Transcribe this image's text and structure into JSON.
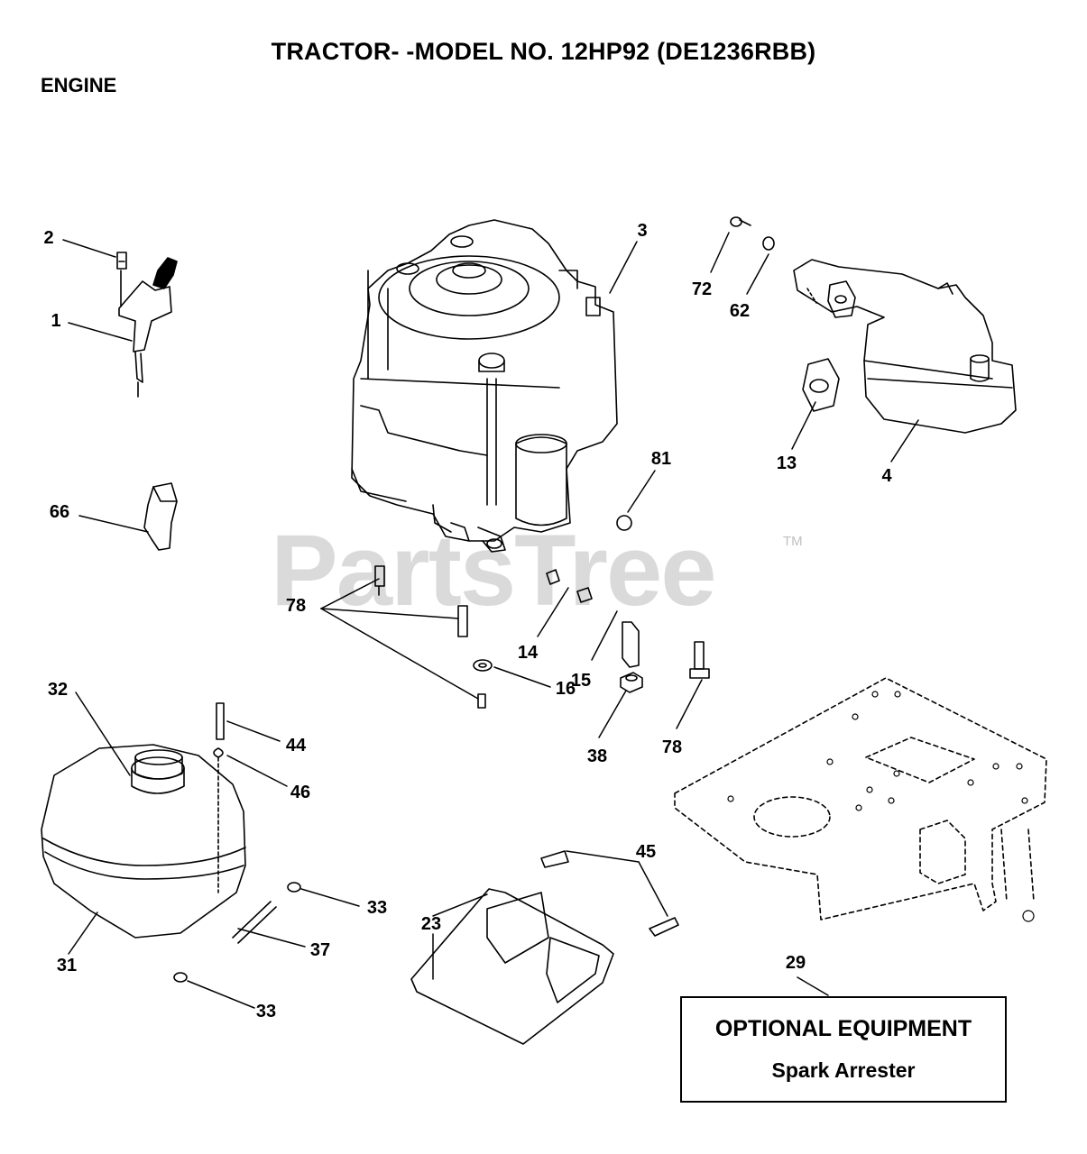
{
  "header": {
    "title": "TRACTOR- -MODEL NO. 12HP92 (DE1236RBB)",
    "section": "ENGINE"
  },
  "watermark": {
    "brand": "PartsTree",
    "trademark": "TM"
  },
  "callouts": [
    {
      "id": "c2",
      "label": "2"
    },
    {
      "id": "c1",
      "label": "1"
    },
    {
      "id": "c3",
      "label": "3"
    },
    {
      "id": "c72",
      "label": "72"
    },
    {
      "id": "c62",
      "label": "62"
    },
    {
      "id": "c13",
      "label": "13"
    },
    {
      "id": "c4",
      "label": "4"
    },
    {
      "id": "c81",
      "label": "81"
    },
    {
      "id": "c66",
      "label": "66"
    },
    {
      "id": "c78a",
      "label": "78"
    },
    {
      "id": "c14",
      "label": "14"
    },
    {
      "id": "c15",
      "label": "15"
    },
    {
      "id": "c16",
      "label": "16"
    },
    {
      "id": "c38",
      "label": "38"
    },
    {
      "id": "c78b",
      "label": "78"
    },
    {
      "id": "c32",
      "label": "32"
    },
    {
      "id": "c44",
      "label": "44"
    },
    {
      "id": "c46",
      "label": "46"
    },
    {
      "id": "c45",
      "label": "45"
    },
    {
      "id": "c33a",
      "label": "33"
    },
    {
      "id": "c23",
      "label": "23"
    },
    {
      "id": "c31",
      "label": "31"
    },
    {
      "id": "c37",
      "label": "37"
    },
    {
      "id": "c33b",
      "label": "33"
    },
    {
      "id": "c29",
      "label": "29"
    }
  ],
  "optional_box": {
    "heading": "OPTIONAL EQUIPMENT",
    "item": "Spark Arrester"
  }
}
